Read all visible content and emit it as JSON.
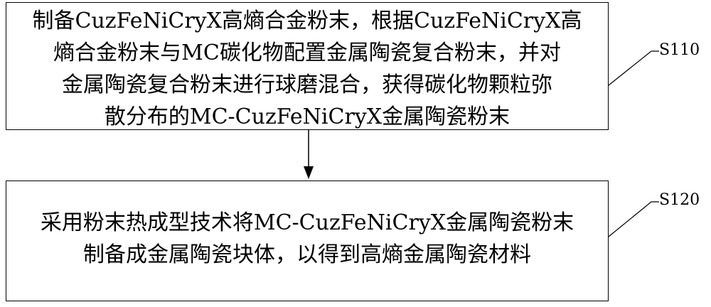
{
  "steps": [
    {
      "id": "S110",
      "lines": [
        "制备CuzFeNiCryX高熵合金粉末，根据CuzFeNiCryX高",
        "熵合金粉末与MC碳化物配置金属陶瓷复合粉末，并对",
        "金属陶瓷复合粉末进行球磨混合，获得碳化物颗粒弥",
        "散分布的MC-CuzFeNiCryX金属陶瓷粉末"
      ]
    },
    {
      "id": "S120",
      "lines": [
        "采用粉末热成型技术将MC-CuzFeNiCryX金属陶瓷粉末",
        "制备成金属陶瓷块体，以得到高熵金属陶瓷材料"
      ]
    }
  ]
}
